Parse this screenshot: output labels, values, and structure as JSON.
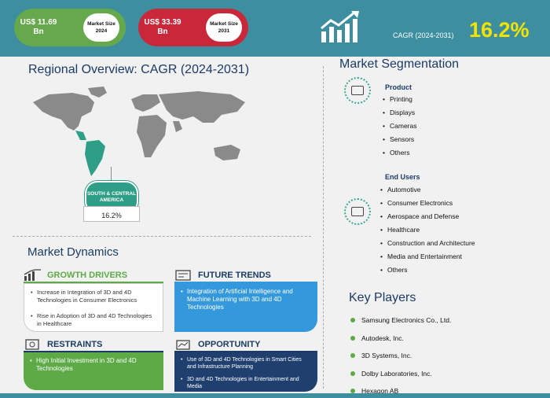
{
  "header": {
    "size_2024_value": "US$ 11.69 Bn",
    "size_2024_label": "Market Size 2024",
    "size_2031_value": "US$ 33.39 Bn",
    "size_2031_label": "Market Size 2031",
    "cagr_label": "CAGR (2024-2031)",
    "cagr_value": "16.2%",
    "colors": {
      "header_bg": "#3d8fa0",
      "green": "#66a94d",
      "red": "#c8283a",
      "cagr_accent": "#f3e300"
    }
  },
  "regional": {
    "title": "Regional Overview: CAGR (2024-2031)",
    "region_name": "SOUTH & CENTRAL AMERICA",
    "region_cagr": "16.2%"
  },
  "dynamics": {
    "title": "Market Dynamics",
    "growth_drivers": {
      "title": "GROWTH DRIVERS",
      "items": [
        "Increase in Integration of 3D and 4D Technologies in Consumer Electronics",
        "Rise in Adoption of 3D and 4D Technologies in Healthcare"
      ]
    },
    "future_trends": {
      "title": "FUTURE TRENDS",
      "items": [
        "Integration of Artificial Intelligence and Machine Learning with 3D and 4D Technologies"
      ]
    },
    "restraints": {
      "title": "RESTRAINTS",
      "items": [
        "High Initial Investment in 3D and 4D Technologies"
      ]
    },
    "opportunity": {
      "title": "OPPORTUNITY",
      "items": [
        "Use of 3D and 4D Technologies in Smart Cities and Infrastructure Planning",
        "3D and 4D Technologies in Entertainment and Media"
      ]
    }
  },
  "segmentation": {
    "title": "Market Segmentation",
    "product": {
      "title": "Product",
      "items": [
        "Printing",
        "Displays",
        "Cameras",
        "Sensors",
        "Others"
      ]
    },
    "end_users": {
      "title": "End Users",
      "items": [
        "Automotive",
        "Consumer Electronics",
        "Aerospace and Defense",
        "Healthcare",
        "Construction and Architecture",
        "Media and Entertainment",
        "Others"
      ]
    }
  },
  "key_players": {
    "title": "Key Players",
    "items": [
      "Samsung Electronics Co., Ltd.",
      "Autodesk, Inc.",
      "3D Systems, Inc.",
      "Dolby Laboratories, Inc.",
      "Hexagon AB"
    ]
  }
}
